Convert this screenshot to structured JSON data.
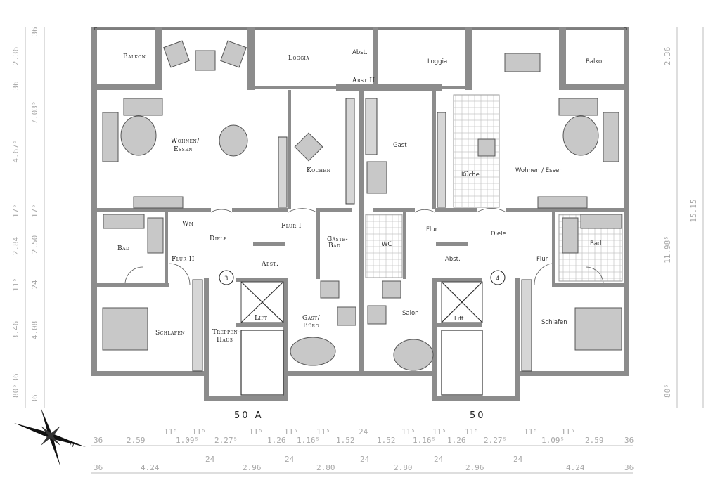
{
  "rooms_50A": {
    "balkon": "Balkon",
    "loggia": "Loggia",
    "abst_top": "Abst.",
    "abst_ii": "Abst.II",
    "wohnen_essen_1": "Wohnen/",
    "wohnen_essen_2": "Essen",
    "kochen": "Kochen",
    "bad": "Bad",
    "wm": "Wm",
    "flur_ii": "Flur II",
    "diele": "Diele",
    "flur_i": "Flur I",
    "abst": "Abst.",
    "gaeste_bad_1": "Gäste-",
    "gaeste_bad_2": "Bad",
    "schlafen": "Schlafen",
    "treppenhaus_1": "Treppen-",
    "treppenhaus_2": "Haus",
    "lift": "Lift",
    "gast_buero_1": "Gast/",
    "gast_buero_2": "Büro",
    "stair_number": "3",
    "house_number": "50 A"
  },
  "rooms_50": {
    "loggia": "Loggia",
    "balkon": "Balkon",
    "gast": "Gast",
    "kueche": "Küche",
    "wohnen_essen": "Wohnen / Essen",
    "wc": "WC",
    "flur_left": "Flur",
    "diele": "Diele",
    "flur_right": "Flur",
    "abst": "Abst.",
    "bad": "Bad",
    "lift": "Lift",
    "salon": "Salon",
    "schlafen": "Schlafen",
    "stair_number": "4",
    "house_number": "50"
  },
  "dimensions": {
    "bottom_row_1": [
      "36",
      "2.59",
      "11⁵",
      "1.09⁵",
      "11⁵",
      "2.27⁵",
      "11⁵",
      "1.26",
      "11⁵",
      "1.16⁵",
      "11⁵",
      "1.52",
      "24",
      "1.52",
      "11⁵",
      "1.16⁵",
      "11⁵",
      "1.26",
      "11⁵",
      "2.27⁵",
      "11⁵",
      "1.09⁵",
      "11⁵",
      "2.59",
      "36"
    ],
    "bottom_row_2": [
      "36",
      "4.24",
      "24",
      "2.96",
      "24",
      "2.80",
      "24",
      "2.80",
      "24",
      "2.96",
      "24",
      "4.24",
      "36"
    ],
    "left_outer": [
      "2.36",
      "36",
      "4.67⁵",
      "17⁵",
      "2.84",
      "11⁵",
      "3.46",
      "36",
      "80⁵"
    ],
    "left_inner": [
      "36",
      "7.03⁵",
      "17⁵",
      "2.50",
      "24",
      "4.08",
      "36"
    ],
    "right_inner": [
      "2.36",
      "11.98⁵",
      "80⁵"
    ],
    "right_outer": [
      "15.15"
    ]
  }
}
